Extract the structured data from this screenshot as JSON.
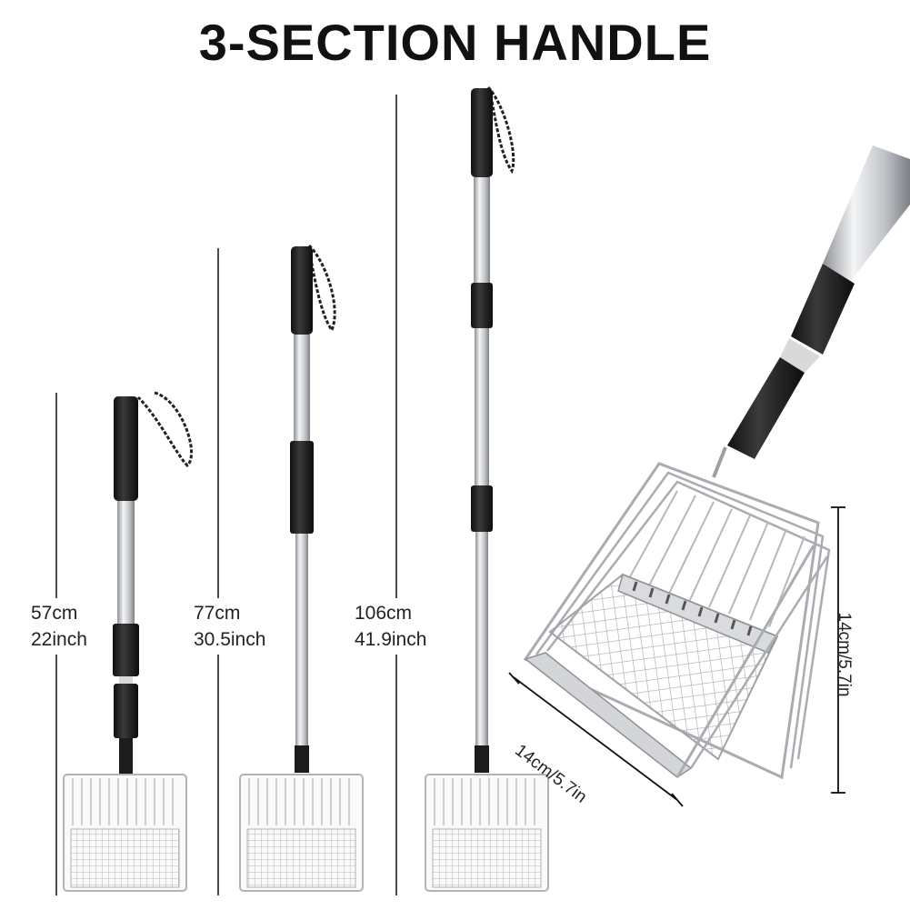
{
  "title": "3-SECTION HANDLE",
  "lengths": [
    {
      "cm": "57cm",
      "inch": "22inch"
    },
    {
      "cm": "77cm",
      "inch": "30.5inch"
    },
    {
      "cm": "106cm",
      "inch": "41.9inch"
    }
  ],
  "scoop_dimensions": {
    "width": "14cm/5.7in",
    "height": "14cm/5.7in"
  },
  "colors": {
    "grip": "#1f1f1f",
    "pole": "#c9cbce",
    "wire": "#b5b8bc",
    "dimension_line": "#111111"
  }
}
